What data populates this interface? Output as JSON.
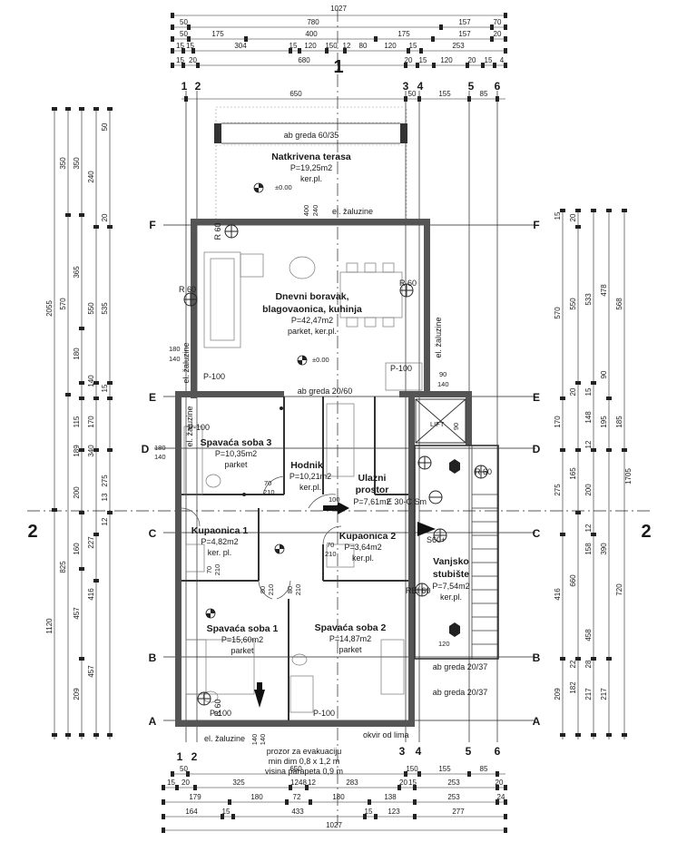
{
  "dims_top": {
    "r1": [
      "1027"
    ],
    "r2": [
      "50",
      "780",
      "157",
      "70"
    ],
    "r3": [
      "50",
      "175",
      "400",
      "175",
      "157",
      "20"
    ],
    "r4": [
      "15",
      "15",
      "304",
      "15",
      "120",
      "150",
      "12",
      "80",
      "120",
      "15",
      "253"
    ],
    "r5": [
      "15",
      "20",
      "680",
      "20",
      "15",
      "120",
      "20",
      "15",
      "4"
    ],
    "r6": [
      "650",
      "50",
      "155",
      "85"
    ]
  },
  "dims_bottom": {
    "r1": [
      "50",
      "650",
      "150",
      "155",
      "85"
    ],
    "r2": [
      "15",
      "20",
      "325",
      "12",
      "48",
      "12",
      "283",
      "20",
      "15",
      "253",
      "20"
    ],
    "r3": [
      "179",
      "180",
      "72",
      "180",
      "138",
      "253",
      "24"
    ],
    "r4": [
      "164",
      "15",
      "433",
      "15",
      "123",
      "277"
    ],
    "r5": [
      "1027"
    ]
  },
  "dims_left": {
    "c1": [
      "2055",
      "1120"
    ],
    "c2": [
      "350",
      "570",
      "825"
    ],
    "c3": [
      "350",
      "365",
      "180",
      "115",
      "189",
      "200",
      "160",
      "457",
      "209"
    ],
    "c4": [
      "240",
      "550",
      "140",
      "170",
      "340",
      "227",
      "416",
      "457"
    ],
    "c5": [
      "50",
      "20",
      "535",
      "15",
      "275",
      "13",
      "12"
    ]
  },
  "dims_right": {
    "c1": [
      "1705"
    ],
    "c2": [
      "568",
      "185",
      "720"
    ],
    "c3": [
      "478",
      "195",
      "390",
      "217"
    ],
    "c4": [
      "533",
      "550",
      "148",
      "200",
      "165",
      "660",
      "458",
      "217",
      "209"
    ],
    "c5": [
      "15",
      "20",
      "570",
      "170",
      "275",
      "416",
      "182"
    ],
    "c6": [
      "90",
      "15",
      "20",
      "12",
      "158",
      "12",
      "28",
      "22"
    ]
  },
  "axes": {
    "vertical": [
      "1",
      "2",
      "3",
      "4",
      "5",
      "6"
    ],
    "horizontal": [
      "F",
      "E",
      "D",
      "C",
      "B",
      "A"
    ],
    "section": "2",
    "section_top": "1"
  },
  "rooms": {
    "terrace": {
      "name": "Natkrivena terasa",
      "area": "P=19,25m2",
      "floor": "ker.pl."
    },
    "living": {
      "name1": "Dnevni boravak,",
      "name2": "blagovaonica, kuhinja",
      "area": "P=42,47m2",
      "floor": "parket, ker.pl."
    },
    "bed3": {
      "name": "Spavaća soba 3",
      "area": "P=10,35m2",
      "floor": "parket"
    },
    "hall": {
      "name": "Hodnik",
      "area": "P=10,21m2",
      "floor": "ker.pl."
    },
    "entry": {
      "name1": "Ulazni",
      "name2": "prostor",
      "area": "P=7,61m2"
    },
    "bath1": {
      "name": "Kupaonica 1",
      "area": "P=4,82m2",
      "floor": "ker. pl."
    },
    "bath2": {
      "name": "Kupaonica 2",
      "area": "P=3,64m2",
      "floor": "ker.pl."
    },
    "stairs": {
      "name1": "Vanjsko",
      "name2": "stubište",
      "area": "P=7,54m2",
      "floor": "ker.pl."
    },
    "bed1": {
      "name": "Spavaća soba 1",
      "area": "P=15,60m2",
      "floor": "parket"
    },
    "bed2": {
      "name": "Spavaća soba 2",
      "area": "P=14,87m2",
      "floor": "parket"
    }
  },
  "labels": {
    "beam_6035": "ab greda 60/35",
    "beam_2060": "ab greda 20/60",
    "beam_2037a": "ab greda 20/37",
    "beam_2037b": "ab greda 20/37",
    "blinds": "el. žaluzine",
    "p100": "P-100",
    "elevation": "±0.00",
    "r60": "R 60",
    "rei60": "REI 60",
    "e130": "E 30-C Sm",
    "s60": "S60+",
    "lift": "LIFT",
    "lift_w": "90",
    "lift_h": "140",
    "window_w": "140",
    "window_h": "140",
    "frame": "okvir od lima",
    "evac1": "prozor za evakuaciju",
    "evac2": "min dim 0,8 x 1,2 m",
    "evac3": "visina parapeta 0,9 m",
    "door_70": "70",
    "door_80": "80",
    "door_90": "90",
    "door_100": "100",
    "door_210": "210",
    "terrace_400": "400",
    "terrace_240": "240",
    "t180": "180",
    "t140": "140",
    "e120": "120"
  }
}
